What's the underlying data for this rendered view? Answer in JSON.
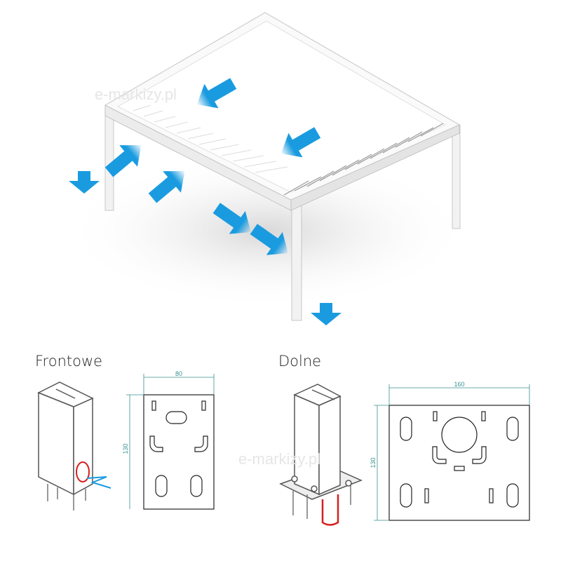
{
  "watermark": "e-markizy.pl",
  "sections": {
    "front": {
      "title": "Frontowe",
      "width_dim": "80",
      "height_dim": "130"
    },
    "bottom": {
      "title": "Dolne",
      "width_dim": "160",
      "height_dim": "130"
    }
  },
  "colors": {
    "arrow": "#1a9be0",
    "outline": "#222222",
    "dimension": "#3a8f8f",
    "highlight": "#d42020"
  }
}
